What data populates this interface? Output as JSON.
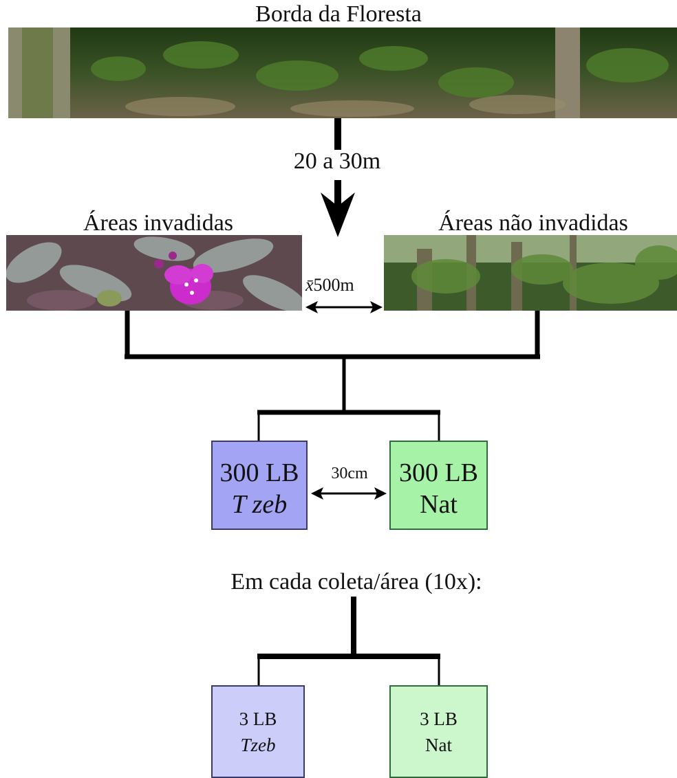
{
  "header": {
    "title": "Borda da Floresta"
  },
  "distance_edge": "20 a 30m",
  "areas": {
    "invaded_label": "Áreas invadidas",
    "native_label": "Áreas não invadidas",
    "mean_distance_symbol": "x̄",
    "mean_distance": "500m"
  },
  "boxes": {
    "tzeb_count": "300 LB",
    "tzeb_name": "T zeb",
    "nat_count": "300 LB",
    "nat_name": "Nat",
    "spacing": "30cm"
  },
  "subsample": {
    "heading": "Em cada coleta/área (10x):",
    "tzeb_count": "3 LB",
    "tzeb_name": "Tzeb",
    "nat_count": "3 LB",
    "nat_name": "Nat"
  },
  "colors": {
    "tzeb_box": "#a4a4f4",
    "nat_box": "#a6f2a6",
    "tzeb_box_light": "#cdcdfa",
    "nat_box_light": "#ccf7cc",
    "flower": "#cc2ccc"
  }
}
